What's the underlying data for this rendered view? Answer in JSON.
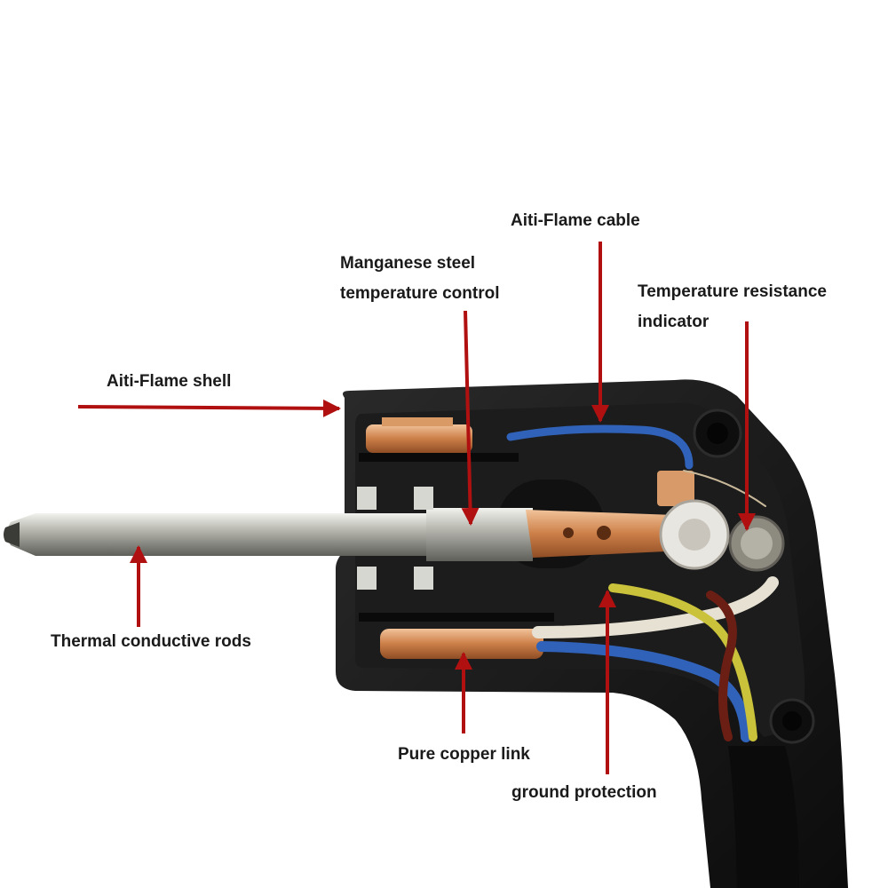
{
  "labels": {
    "cable": "Aiti-Flame cable",
    "manganese_line1": "Manganese steel",
    "manganese_line2": "temperature control",
    "temp_line1": "Temperature resistance",
    "temp_line2": "indicator",
    "shell": "Aiti-Flame  shell",
    "rods": "Thermal conductive rods",
    "copper": "Pure copper link",
    "ground": "ground protection"
  },
  "colors": {
    "arrow": "#b01010",
    "housing": "#141414",
    "copper": "#c97a45",
    "rod": "#a9a9a4",
    "wire_blue": "#2f62b8",
    "wire_brown": "#6b1f14",
    "wire_yellow_green": "#c9c23a",
    "wire_white": "#e6e1d2"
  }
}
